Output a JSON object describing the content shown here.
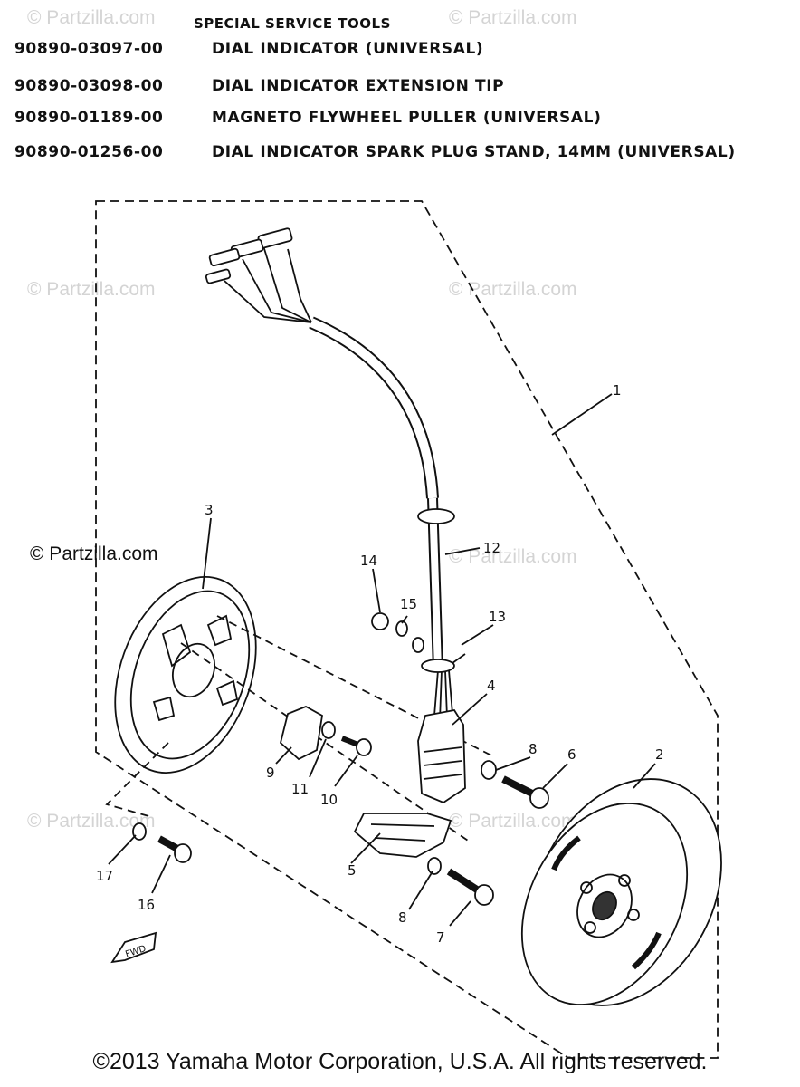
{
  "special_tools": {
    "title": "SPECIAL SERVICE TOOLS",
    "items": [
      {
        "part_no": "90890-03097-00",
        "name": "DIAL INDICATOR (UNIVERSAL)"
      },
      {
        "part_no": "90890-03098-00",
        "name": "DIAL INDICATOR EXTENSION TIP"
      },
      {
        "part_no": "90890-01189-00",
        "name": "MAGNETO FLYWHEEL PULLER (UNIVERSAL)"
      },
      {
        "part_no": "90890-01256-00",
        "name": "DIAL INDICATOR SPARK PLUG STAND, 14MM (UNIVERSAL)"
      }
    ]
  },
  "watermark": {
    "text": "© Partzilla.com"
  },
  "callouts": {
    "c1": "1",
    "c2": "2",
    "c3": "3",
    "c4": "4",
    "c5": "5",
    "c6": "6",
    "c7": "7",
    "c8a": "8",
    "c8b": "8",
    "c9": "9",
    "c10": "10",
    "c11": "11",
    "c12": "12",
    "c13": "13",
    "c14": "14",
    "c15": "15",
    "c16": "16",
    "c17": "17"
  },
  "fwd_label": "FWD",
  "footer": "©2013 Yamaha Motor Corporation, U.S.A. All rights reserved."
}
